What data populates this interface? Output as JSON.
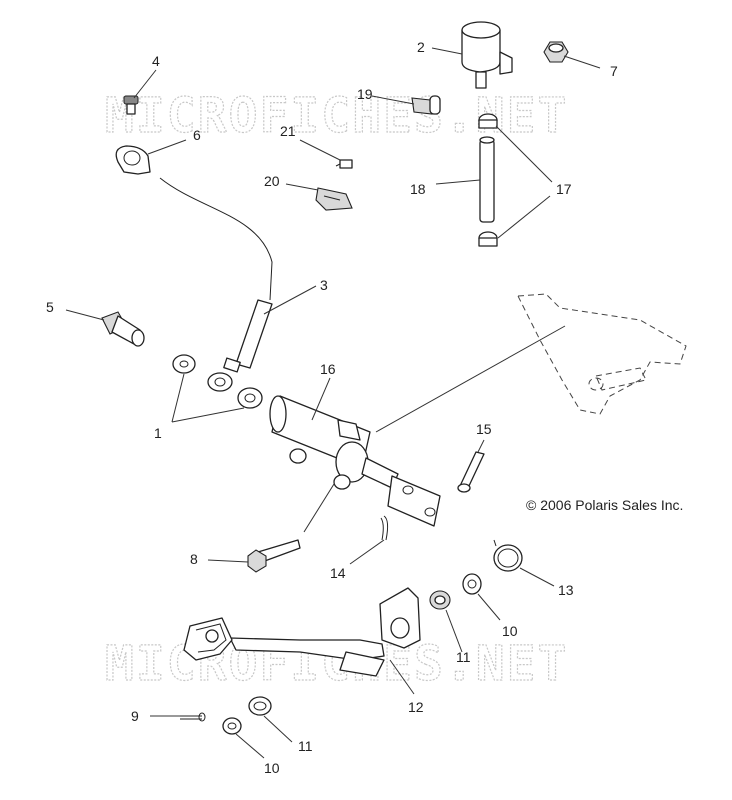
{
  "watermark": {
    "top": "MICROFICHES.NET",
    "bottom": "MICROFICHES.NET"
  },
  "copyright": "© 2006 Polaris Sales Inc.",
  "callouts": {
    "c1": "1",
    "c2": "2",
    "c3": "3",
    "c4": "4",
    "c5": "5",
    "c6": "6",
    "c7": "7",
    "c8": "8",
    "c9": "9",
    "c10a": "10",
    "c10b": "10",
    "c11a": "11",
    "c11b": "11",
    "c12": "12",
    "c13": "13",
    "c14": "14",
    "c15": "15",
    "c16": "16",
    "c17": "17",
    "c18": "18",
    "c19": "19",
    "c20": "20",
    "c21": "21"
  }
}
